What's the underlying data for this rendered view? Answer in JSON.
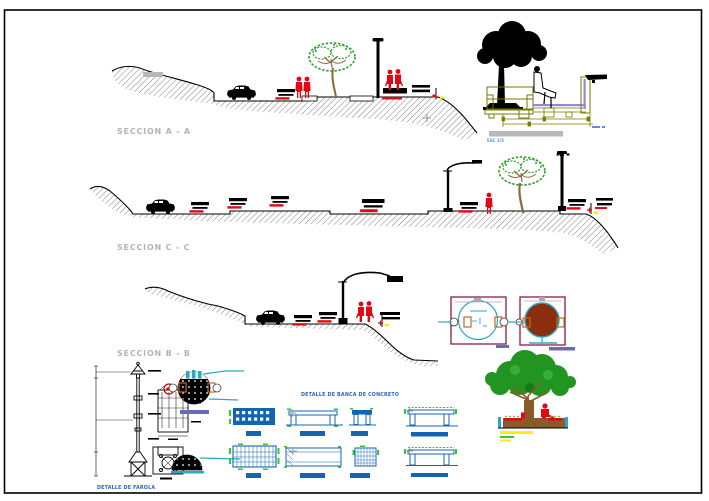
{
  "sheet": {
    "background": "#ffffff",
    "frame_color": "#000000"
  },
  "sections": {
    "a": {
      "label": "SECCION A - A"
    },
    "c": {
      "label": "SECCION C - C"
    },
    "b": {
      "label": "SECCION B - B"
    }
  },
  "details": {
    "bench_section": {
      "scale_label": "ESC 1/5"
    },
    "farola": {
      "title": "DETALLE DE FAROLA"
    },
    "concrete_bench": {
      "title": "DETALLE DE BANCA DE CONCRETO"
    }
  },
  "colors": {
    "section_label_gray": "#b5b5b5",
    "detail_title_blue": "#2b63c9",
    "figure_red": "#e30613",
    "tree_green": "#2f9e2f",
    "bench_detail_blue": "#1464b4",
    "dimension_green": "#2ecc2e",
    "planter_frame_magenta": "#8b1a4a",
    "cyan": "#2aa7c7",
    "soil_brown": "#8a5a2b",
    "planter_fill_brown": "#8b2e0e",
    "structure_olive": "#7a7a00",
    "seat_purple": "#948bd6",
    "scale_bar_gray": "#b8b8b8",
    "highlight_yellow": "#ffee00",
    "accent_orange": "#c26a1a"
  }
}
